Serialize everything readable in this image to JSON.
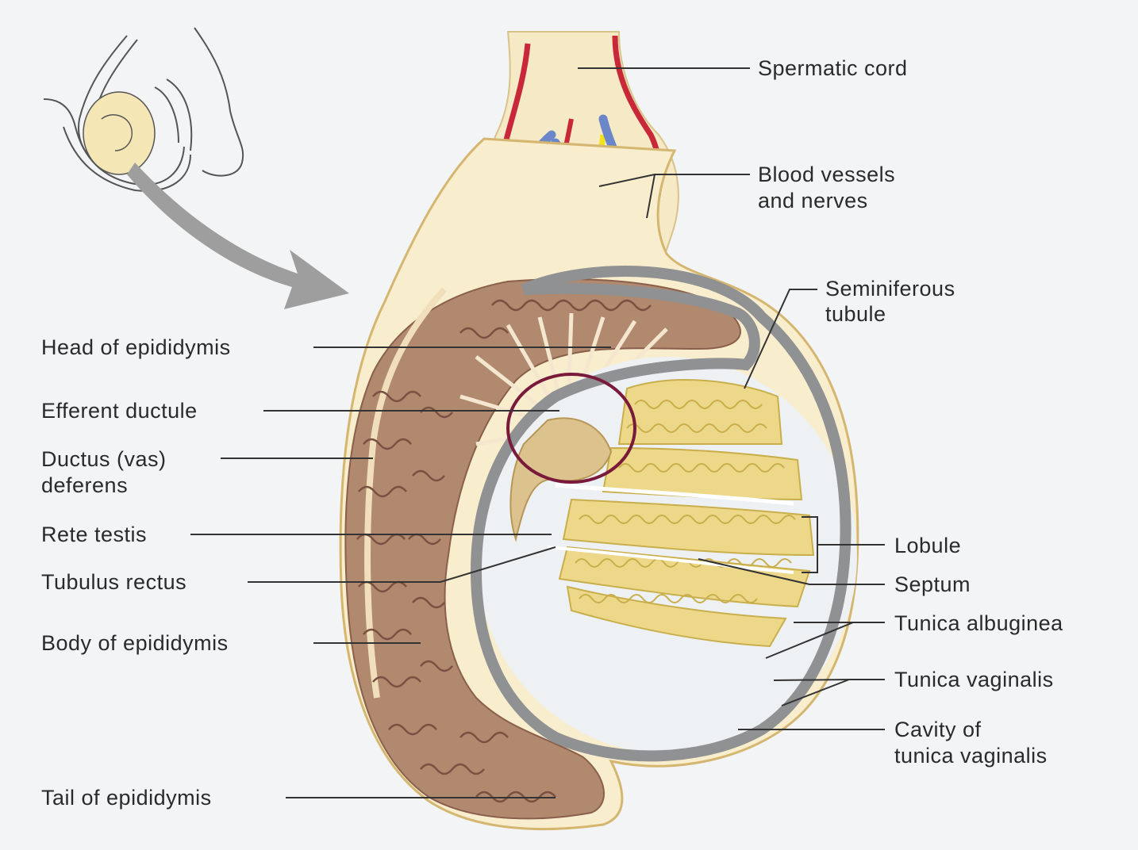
{
  "labels": {
    "spermatic_cord": "Spermatic cord",
    "blood_vessels_1": "Blood vessels",
    "blood_vessels_2": "and nerves",
    "seminiferous_1": "Seminiferous",
    "seminiferous_2": "tubule",
    "head_epididymis": "Head of epididymis",
    "efferent_ductule": "Efferent ductule",
    "ductus_1": "Ductus (vas)",
    "ductus_2": "deferens",
    "rete_testis": "Rete testis",
    "tubulus_rectus": "Tubulus rectus",
    "body_epididymis": "Body of epididymis",
    "tail_epididymis": "Tail of epididymis",
    "lobule": "Lobule",
    "septum": "Septum",
    "tunica_albuginea": "Tunica albuginea",
    "tunica_vaginalis": "Tunica vaginalis",
    "cavity_1": "Cavity of",
    "cavity_2": "tunica vaginalis"
  },
  "colors": {
    "background": "#f3f4f5",
    "epididymis": "#b0896f",
    "tubule_dark": "#8a5f4c",
    "seminiferous": "#ecd888",
    "tunica_albuginea": "#8f9192",
    "cord": "#f5e9c6",
    "artery": "#c8283a",
    "vein": "#6b86c9",
    "nerve": "#f2e21c",
    "highlight_ring": "#7a1a3b"
  }
}
